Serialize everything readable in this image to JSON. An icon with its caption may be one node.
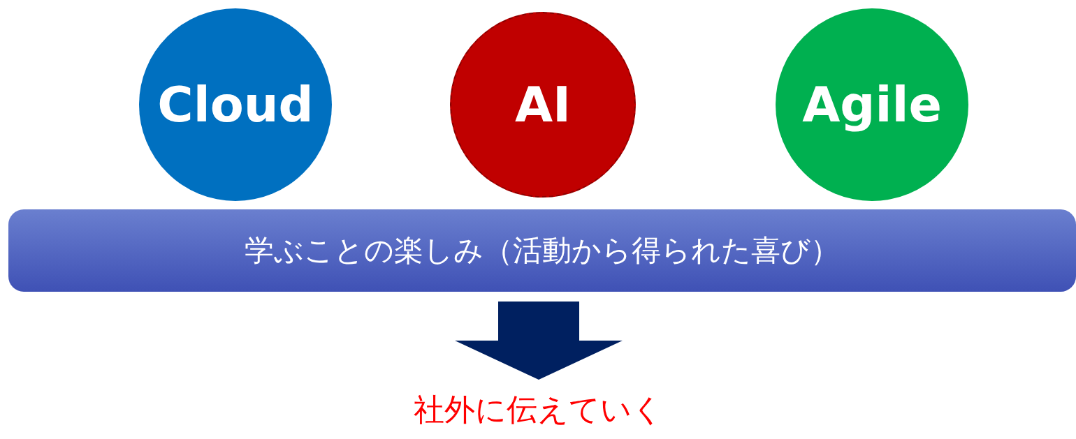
{
  "diagram": {
    "nodes": [
      {
        "text": [
          "Cloud"
        ]
      },
      {
        "text": [
          "AI"
        ]
      },
      {
        "text": [
          "Agile"
        ]
      },
      {
        "text": [
          "学ぶことの楽しみ（活動から得られた喜び）"
        ]
      },
      {
        "text": [
          "社外に伝えていく"
        ]
      }
    ],
    "edges": [
      {
        "from": 3,
        "to": 4,
        "arrow": "to"
      }
    ]
  }
}
